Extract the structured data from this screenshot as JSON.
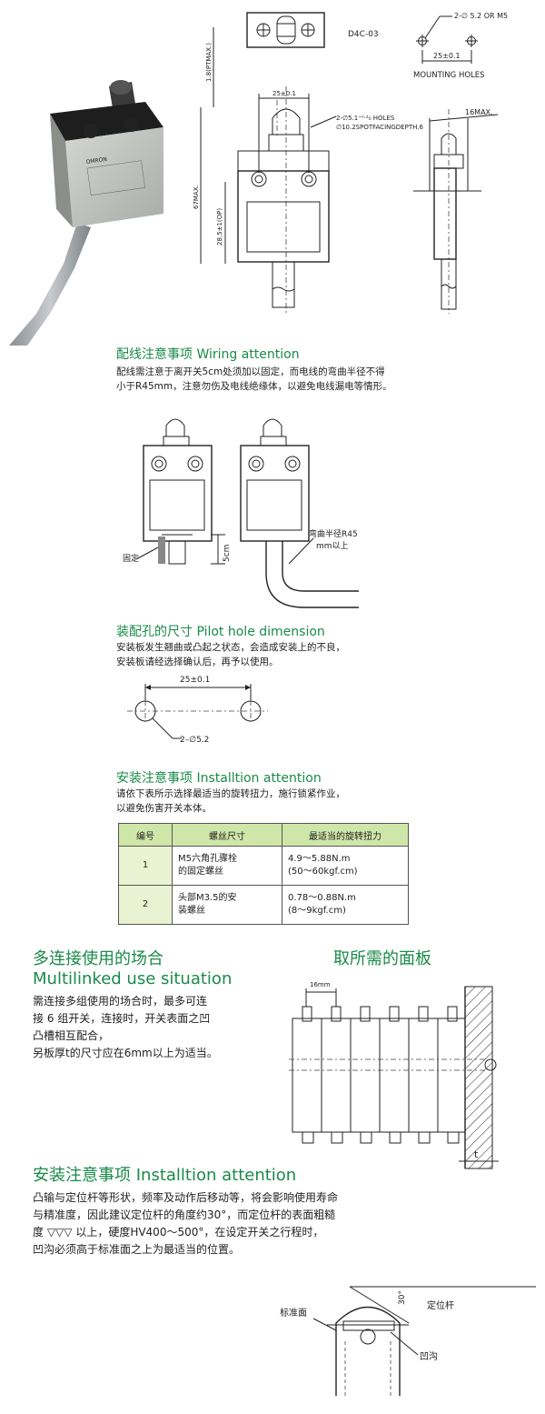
{
  "top": {
    "model_code": "D4C-03",
    "mounting_holes": {
      "spec": "2-∅ 5.2 OR M5",
      "pitch": "25±0.1",
      "label": "MOUNTING HOLES"
    },
    "dims": {
      "d1": "1.8(PTMAX.)",
      "d2": "25±0.1",
      "d3": "67MAX.",
      "d4": "28.5±1(OP)",
      "holes1": "2-∅5.1⁺⁰·²₀ HOLES",
      "holes2": "∅10.2SPOTFACINGDEPTH.6",
      "side": "16MAX."
    },
    "photo_label": "OMRON"
  },
  "wiring": {
    "title": "配线注意事项 Wiring attention",
    "text1": "配线需注意于离开关5cm处须加以固定，而电线的弯曲半径不得",
    "text2": "小于R45mm，注意勿伤及电线绝缘体，以避免电线漏电等情形。",
    "fix_label": "固定",
    "five_cm": "5cm",
    "bend1": "弯曲半径R45",
    "bend2": "mm以上"
  },
  "pilot": {
    "title": "装配孔的尺寸 Pilot hole dimension",
    "text1": "安装板发生翘曲或凸起之状态，会造成安装上的不良，",
    "text2": "安装板请经选择确认后，再予以使用。",
    "pitch": "25±0.1",
    "hole": "2–∅5.2"
  },
  "install1": {
    "title": "安装注意事项 Installtion attention",
    "text1": "请依下表所示选择最适当的旋转扭力，施行锁紧作业，",
    "text2": "以避免伤害开关本体。",
    "headers": [
      "编号",
      "螺丝尺寸",
      "最适当的旋转扭力"
    ],
    "rows": [
      {
        "no": "1",
        "screw1": "M5六角孔骤栓",
        "screw2": "的固定螺丝",
        "t1": "4.9～5.88N.m",
        "t2": "(50～60kgf.cm)"
      },
      {
        "no": "2",
        "screw1": "头部M3.5的安",
        "screw2": "装螺丝",
        "t1": "0.78～0.88N.m",
        "t2": "(8～9kgf.cm)"
      }
    ]
  },
  "multi": {
    "title_cn": "多连接使用的场合",
    "title_en": "Multilinked use situation",
    "lines": [
      "需连接多组使用的场合时，最多可连",
      "接 6 组开关，连接时，开关表面之凹",
      "凸槽相互配合，",
      "另板厚t的尺寸应在6mm以上为适当。"
    ],
    "panel_title": "取所需的面板",
    "dim16": "16mm",
    "t_label": "t"
  },
  "install2": {
    "title": "安装注意事项 Installtion attention",
    "lines": [
      "凸输与定位杆等形状，频率及动作后移动等，将会影响使用寿命",
      "与精准度，因此建议定位杆的角度约30°，而定位杆的表面粗糙",
      "度 ▽▽▽ 以上，硬度HV400～500°，在设定开关之行程时，",
      "凹沟必须高于标准面之上为最适当的位置。"
    ],
    "angle": "30°",
    "rod": "定位杆",
    "ref": "标准面",
    "groove": "凹沟"
  },
  "colors": {
    "accent_green": "#1a8a4a",
    "table_header": "#cfe6a9",
    "table_cell": "#e9f3d3"
  }
}
